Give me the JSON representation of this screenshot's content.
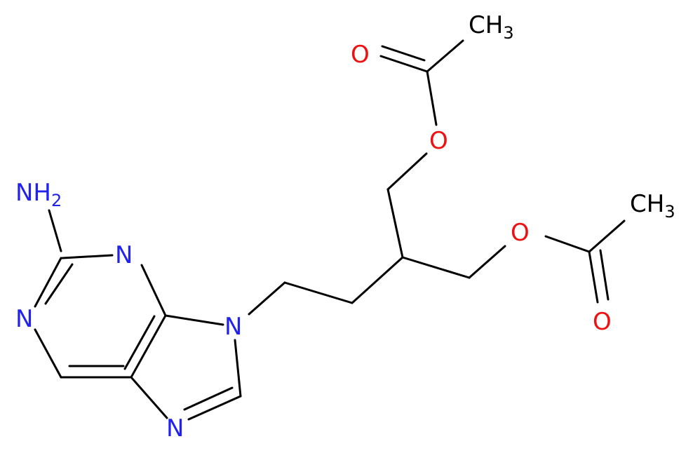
{
  "colors": {
    "bond": "#000000",
    "nitrogen": "#2222ee",
    "oxygen": "#ee1111",
    "carbon": "#000000",
    "background": "#ffffff"
  },
  "atoms": {
    "amino": {
      "main": "NH",
      "sub": "2"
    },
    "n1": "N",
    "n3": "N",
    "n7": "N",
    "n9": "N",
    "o_ester_top": "O",
    "o_carbonyl_top": "O",
    "methyl_top": {
      "main": "CH",
      "sub": "3"
    },
    "o_ester_right": "O",
    "o_carbonyl_right": "O",
    "methyl_right": {
      "main": "CH",
      "sub": "3"
    }
  }
}
